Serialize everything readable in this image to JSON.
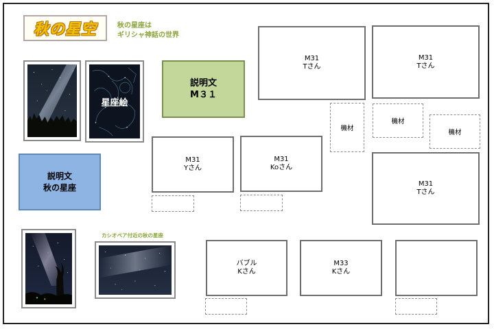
{
  "header": {
    "title": "秋の星空",
    "subtitle_line1": "秋の星座は",
    "subtitle_line2": "ギリシャ神話の世界"
  },
  "explanations": {
    "m31": "説明文\nM３１",
    "autumn": "説明文\n秋の星座"
  },
  "star_art_label": "星座絵",
  "cassiopeia_caption": "カシオペア付近の秋の星座",
  "booths": {
    "m31_t_top1": "M31\nTさん",
    "m31_t_top2": "M31\nTさん",
    "m31_t_mid": "M31\nTさん",
    "m31_y": "M31\nYさん",
    "m31_ko": "M31\nKoさん",
    "bubble_k": "バブル\nKさん",
    "m33_k": "M33\nKさん",
    "empty": ""
  },
  "equipment_label": "機材",
  "colors": {
    "expl_m31_bg": "#c4d79b",
    "expl_autumn_bg": "#8eb4e3",
    "title_fill": "#f2c100",
    "subtitle": "#8aa53a"
  }
}
